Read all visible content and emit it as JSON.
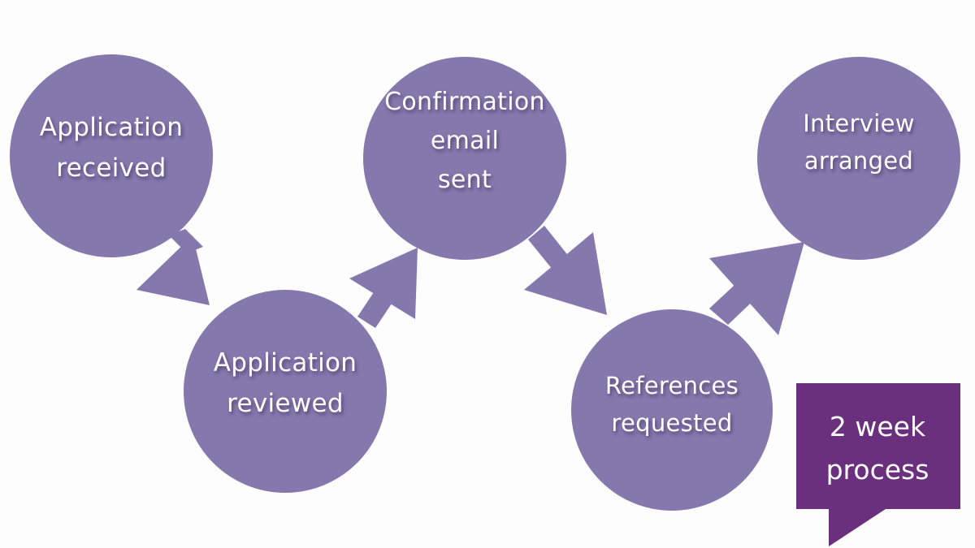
{
  "colors": {
    "circle": "#8578ad",
    "arrow": "#8578ad",
    "callout": "#6a2f7d",
    "text": "#ffffff",
    "background": "#fdfdfd"
  },
  "steps": [
    {
      "line1": "Application",
      "line2": "received"
    },
    {
      "line1": "Application",
      "line2": "reviewed"
    },
    {
      "line1": "Confirmation",
      "line2": "email",
      "line3": "sent"
    },
    {
      "line1": "References",
      "line2": "requested"
    },
    {
      "line1": "Interview",
      "line2": "arranged"
    }
  ],
  "callout": {
    "line1": "2 week",
    "line2": "process"
  }
}
